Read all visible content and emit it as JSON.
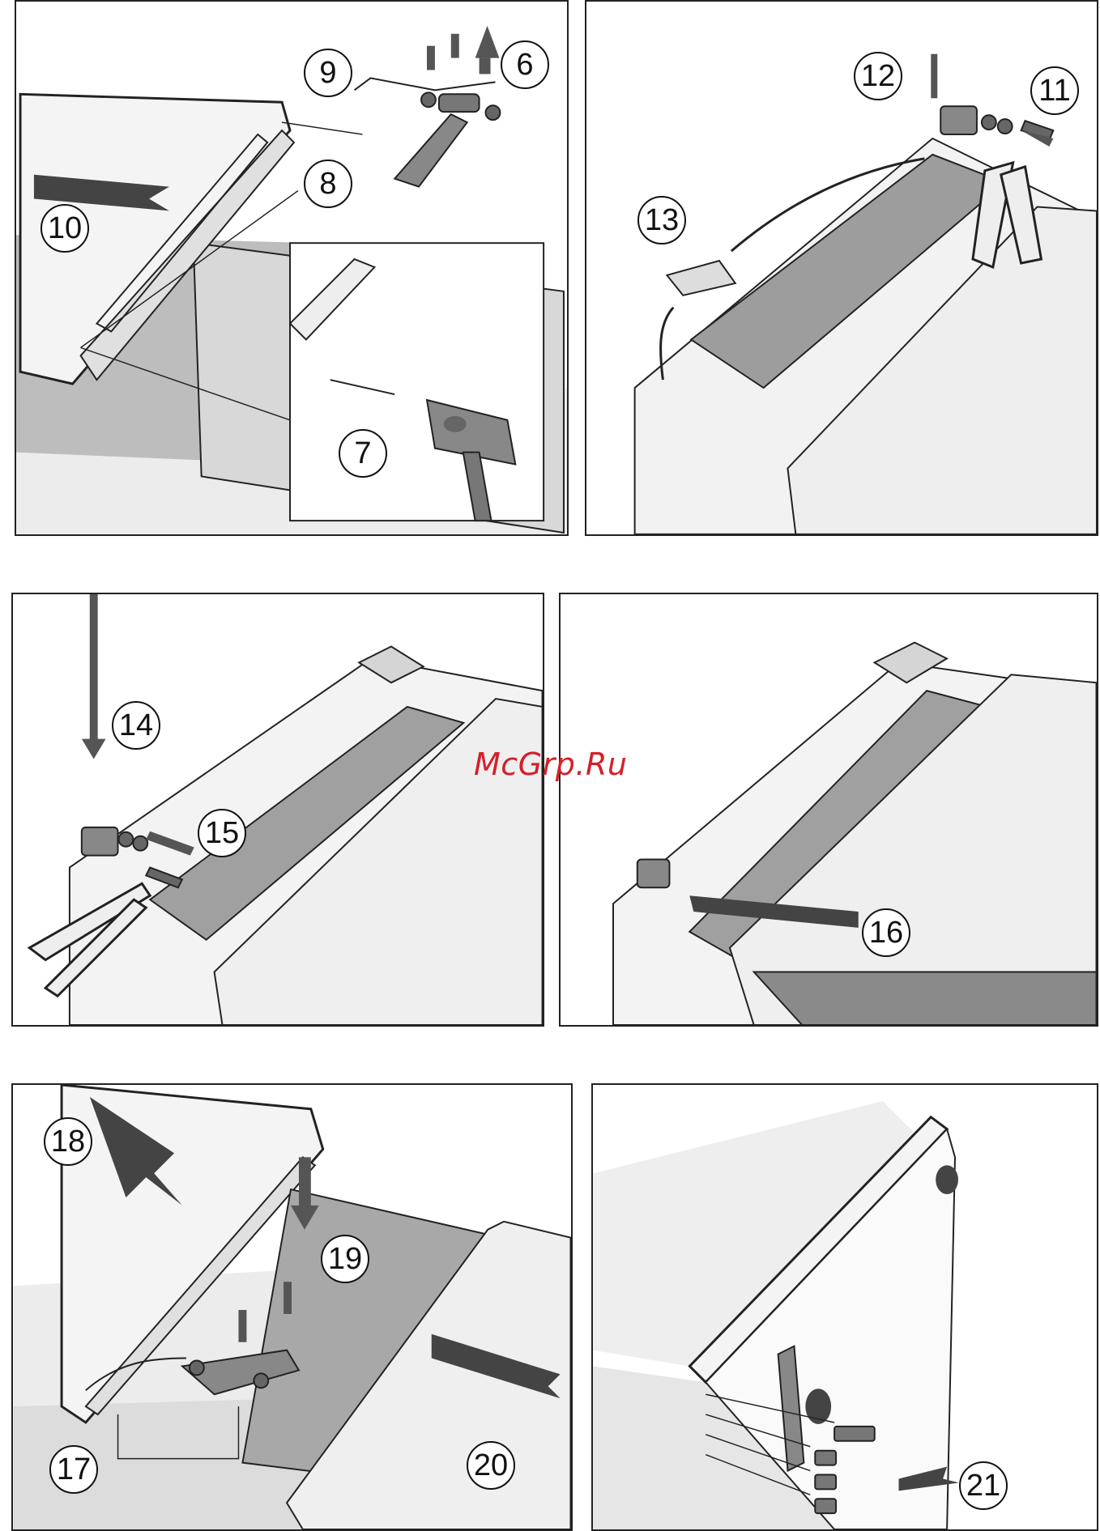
{
  "steps": [
    "6",
    "7",
    "8",
    "9",
    "10",
    "11",
    "12",
    "13",
    "14",
    "15",
    "16",
    "17",
    "18",
    "19",
    "20",
    "21"
  ],
  "watermark": "McGrp.Ru",
  "colors": {
    "line": "#1a1a1a",
    "gray": "#a9a9a9",
    "light": "#e6e6e6",
    "arrow": "#444444",
    "red": "#d4202a"
  }
}
